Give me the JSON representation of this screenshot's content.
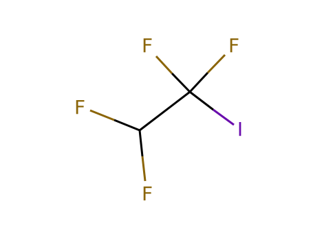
{
  "molecule": {
    "atoms": [
      {
        "id": "C1",
        "element": "C",
        "label": ""
      },
      {
        "id": "C2",
        "element": "C",
        "label": ""
      },
      {
        "id": "F1",
        "element": "F",
        "label": "F"
      },
      {
        "id": "F2",
        "element": "F",
        "label": "F"
      },
      {
        "id": "I1",
        "element": "I",
        "label": "I"
      },
      {
        "id": "F3",
        "element": "F",
        "label": "F"
      },
      {
        "id": "F4",
        "element": "F",
        "label": "F"
      }
    ],
    "bonds": [
      {
        "from": "C1",
        "to": "C2",
        "order": 1
      },
      {
        "from": "C1",
        "to": "F1",
        "order": 1
      },
      {
        "from": "C1",
        "to": "F2",
        "order": 1
      },
      {
        "from": "C1",
        "to": "I1",
        "order": 1
      },
      {
        "from": "C2",
        "to": "F3",
        "order": 1
      },
      {
        "from": "C2",
        "to": "F4",
        "order": 1
      }
    ]
  },
  "colors": {
    "background": "#ffffff",
    "bond_carbon": "#000000",
    "fluorine": "#8B6508",
    "iodine": "#6A0DAD"
  }
}
